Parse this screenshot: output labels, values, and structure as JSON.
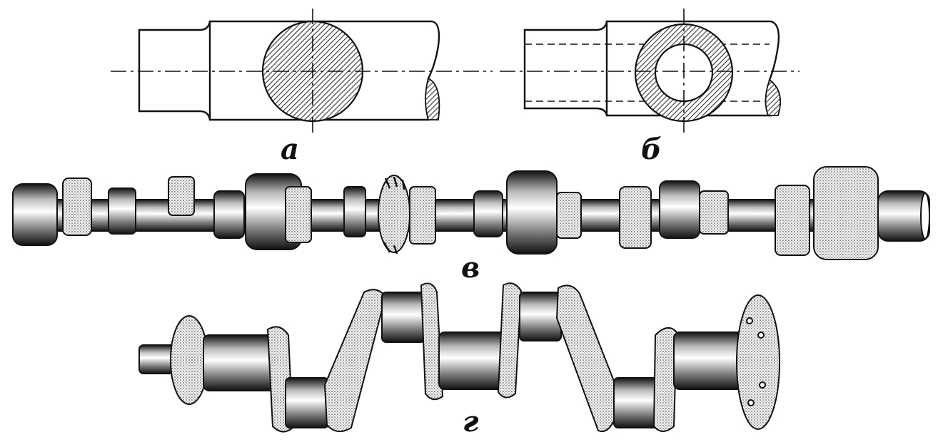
{
  "figure": {
    "labels": {
      "a": "а",
      "b": "б",
      "c": "в",
      "d": "г"
    },
    "colors": {
      "ink": "#111111",
      "paper": "#ffffff",
      "hatch": "#333333"
    }
  }
}
